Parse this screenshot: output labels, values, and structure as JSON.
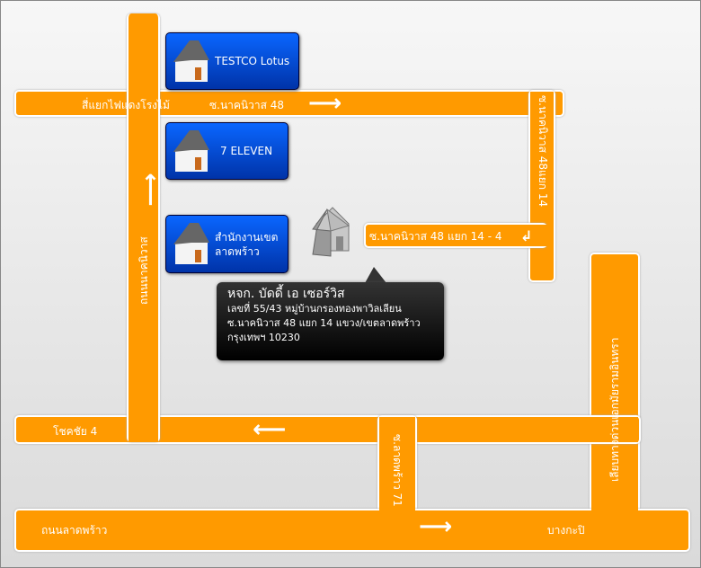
{
  "roads": {
    "top": "สี่แยกไฟแดงโรงไม้",
    "top_soi": "ซ.นาคนิวาส 48",
    "left_vertical": "ถนนนาคนิวาส",
    "right_soi_vertical": "ซ.นาคนิวาส 48แยก 14",
    "soi_branch": "ซ.นาคนิวาส 48 แยก 14 - 4",
    "chokchai": "โชคชัย 4",
    "ladprao71": "ซ.ลาดพร้าว 71",
    "expressway": "เลียบทางด่วนเอกมัยรามอินทรา",
    "ladprao": "ถนนลาดพร้าว",
    "bangkapi": "บางกะปิ"
  },
  "landmarks": [
    {
      "label": "TESTCO Lotus"
    },
    {
      "label": "7 ELEVEN"
    },
    {
      "label_line1": "สำนักงานเขต",
      "label_line2": "ลาดพร้าว"
    }
  ],
  "destination": {
    "name": "หจก. บัดดี้ เอ เซอร์วิส",
    "line1": "เลขที่ 55/43 หมู่บ้านกรองทองพาวิลเลียน",
    "line2": "ซ.นาคนิวาส 48 แยก 14  แขวง/เขตลาดพร้าว",
    "line3": "กรุงเทพฯ  10230"
  },
  "colors": {
    "road": "#ff9a00",
    "landmark": "#0a55e8"
  }
}
